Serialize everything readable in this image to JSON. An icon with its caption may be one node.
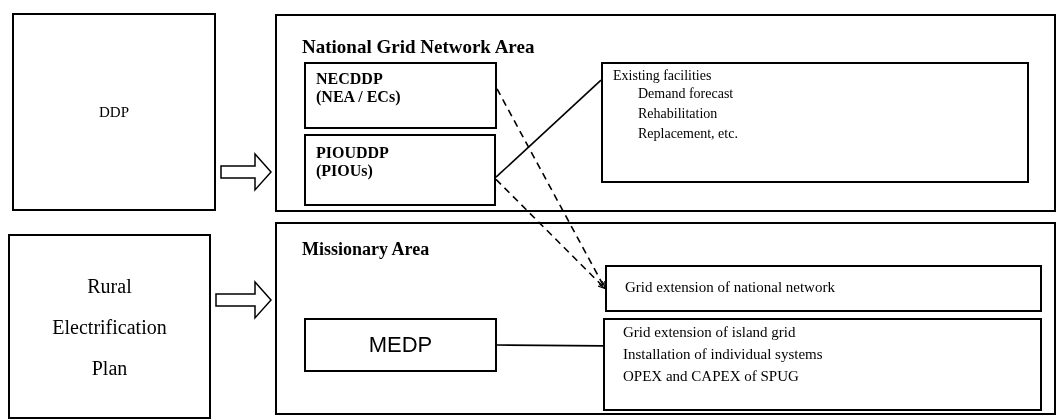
{
  "diagram": {
    "nodes": [
      {
        "text": [
          "DDP"
        ]
      },
      {
        "text": [
          "National Grid Network Area"
        ]
      },
      {
        "text": [
          "NECDDP (NEA / ECs)"
        ],
        "in": 1
      },
      {
        "text": [
          "PIOUDDP (PIOUs)"
        ],
        "in": 1
      },
      {
        "text": [
          "Existing facilities",
          "Demand forecast",
          "Rehabilitation",
          "Replacement, etc."
        ],
        "in": 1
      },
      {
        "text": [
          "Rural Electrification Plan"
        ]
      },
      {
        "text": [
          "Missionary Area"
        ]
      },
      {
        "text": [
          "Grid extension of national network"
        ],
        "in": 6
      },
      {
        "text": [
          "MEDP"
        ],
        "in": 6
      },
      {
        "text": [
          "Grid extension of island grid",
          "Installation of individual systems",
          "OPEX and CAPEX of SPUG"
        ],
        "in": 6
      }
    ],
    "edges": [
      {
        "from": 0,
        "to": 1,
        "arrow": "to",
        "style": "thick"
      },
      {
        "from": 5,
        "to": 6,
        "arrow": "to",
        "style": "thick"
      },
      {
        "from": 3,
        "to": 4,
        "arrow": "none"
      },
      {
        "from": 2,
        "to": 7,
        "arrow": "to",
        "style": "dashed"
      },
      {
        "from": 3,
        "to": 7,
        "arrow": "to",
        "style": "dashed"
      },
      {
        "from": 8,
        "to": 9,
        "arrow": "none"
      }
    ]
  }
}
